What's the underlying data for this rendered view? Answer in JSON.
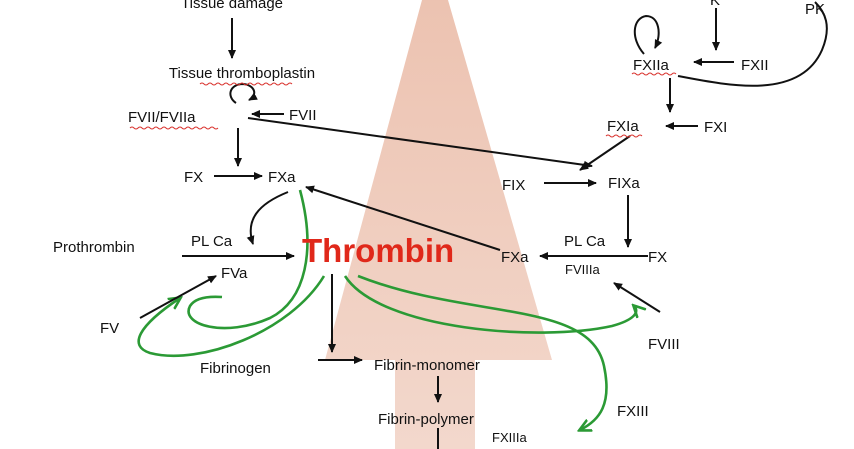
{
  "colors": {
    "background": "#ffffff",
    "text": "#111111",
    "thrombin": "#e0281a",
    "green_feedback": "#2b9a35",
    "big_arrow": "#e9b8a3"
  },
  "labels": {
    "tissue_damage": "Tissue damage",
    "tissue_thromboplastin": "Tissue thromboplastin",
    "fvii_fviia": "FVII/FVIIa",
    "fvii": "FVII",
    "fx_left": "FX",
    "fxa_left": "FXa",
    "prothrombin": "Prothrombin",
    "pl_ca_left": "PL Ca",
    "fva": "FVa",
    "fv": "FV",
    "thrombin": "Thrombin",
    "fibrinogen": "Fibrinogen",
    "fibrin_monomer": "Fibrin-monomer",
    "fibrin_polymer": "Fibrin-polymer",
    "fxiiia": "FXIIIa",
    "fxiii": "FXIII",
    "k": "K",
    "pk": "PK",
    "fxiia": "FXIIa",
    "fxii": "FXII",
    "fxia": "FXIa",
    "fxi": "FXI",
    "fix": "FIX",
    "fixa": "FIXa",
    "fxa_right": "FXa",
    "pl_ca_right": "PL Ca",
    "fx_right": "FX",
    "fviiia": "FVIIIa",
    "fviii": "FVIII"
  }
}
